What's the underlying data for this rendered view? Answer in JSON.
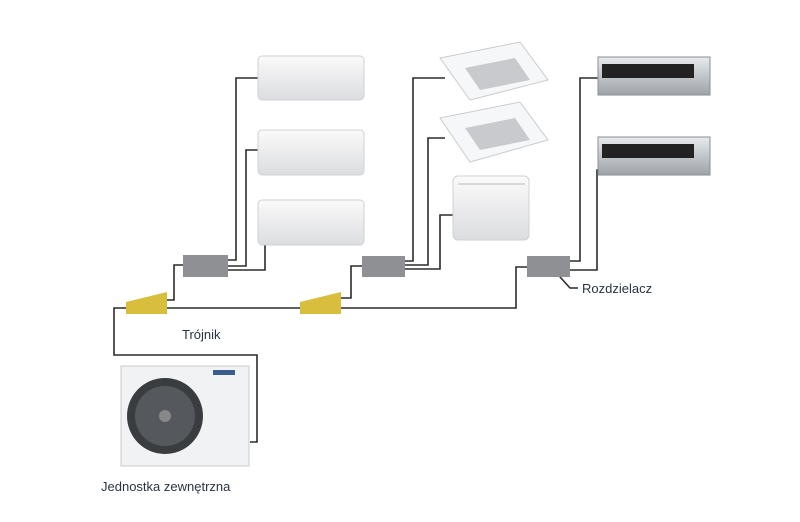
{
  "labels": {
    "tee": "Trójnik",
    "distributor": "Rozdzielacz",
    "outdoor_unit": "Jednostka zewnętrzna"
  },
  "colors": {
    "pipe": "#2b2b2b",
    "tee": "#d9bd3c",
    "distributor": "#8e9093",
    "unit_body": "#f3f4f5"
  }
}
